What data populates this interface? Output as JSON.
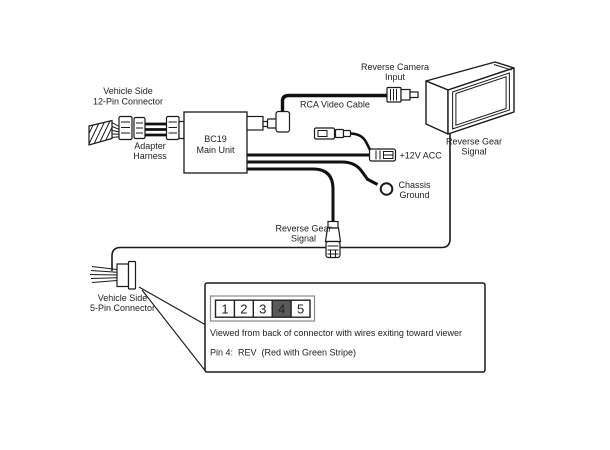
{
  "colors": {
    "line": "#1a1a1a",
    "text": "#222222",
    "pin_highlight_bg": "#595959",
    "pin_highlight_text": "#e0e0e0",
    "background": "#ffffff"
  },
  "labels": {
    "vehicle_12pin": {
      "lines": [
        "Vehicle Side",
        "12-Pin Connector"
      ]
    },
    "adapter_harness": {
      "lines": [
        "Adapter",
        "Harness"
      ]
    },
    "main_unit": {
      "lines": [
        "BC19",
        "Main Unit"
      ]
    },
    "reverse_camera_input": {
      "lines": [
        "Reverse Camera",
        "Input"
      ]
    },
    "rca_video_cable": "RCA Video Cable",
    "acc_power": "+12V ACC",
    "chassis_ground": {
      "lines": [
        "Chassis",
        "Ground"
      ]
    },
    "reverse_gear_signal_head_unit": {
      "lines": [
        "Reverse Gear",
        "Signal"
      ]
    },
    "reverse_gear_signal_main_unit": {
      "lines": [
        "Reverse Gear",
        "Signal"
      ]
    },
    "vehicle_5pin": {
      "lines": [
        "Vehicle Side",
        "5-Pin Connector"
      ]
    }
  },
  "pin_diagram": {
    "pins": [
      "1",
      "2",
      "3",
      "4",
      "5"
    ],
    "highlighted_pin": "4"
  },
  "info_box": {
    "view_note": "Viewed from back of connector with wires exiting toward viewer",
    "pin_assignment": "Pin 4:  REV  (Red with Green Stripe)"
  }
}
